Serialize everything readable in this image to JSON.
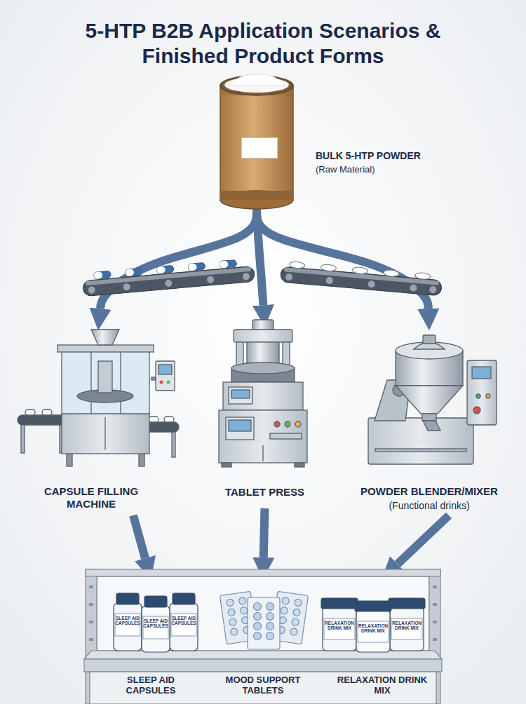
{
  "diagram": {
    "title": "5-HTP B2B Application Scenarios & Finished Product Forms",
    "nodes": [
      {
        "text": [
          "BULK 5-HTP POWDER",
          "(Raw Material)"
        ]
      },
      {
        "text": [
          "CAPSULE FILLING MACHINE"
        ]
      },
      {
        "text": [
          "TABLET PRESS"
        ]
      },
      {
        "text": [
          "POWDER BLENDER/MIXER",
          "(Functional drinks)"
        ]
      },
      {
        "text": [
          "SLEEP AID CAPSULES"
        ]
      },
      {
        "text": [
          "MOOD SUPPORT TABLETS"
        ]
      },
      {
        "text": [
          "RELAXATION DRINK MIX"
        ]
      }
    ],
    "edges": [
      {
        "from": 0,
        "to": 1,
        "arrow": "to"
      },
      {
        "from": 0,
        "to": 2,
        "arrow": "to"
      },
      {
        "from": 0,
        "to": 3,
        "arrow": "to"
      },
      {
        "from": 1,
        "to": 4,
        "arrow": "to"
      },
      {
        "from": 2,
        "to": 5,
        "arrow": "to"
      },
      {
        "from": 3,
        "to": 6,
        "arrow": "to"
      }
    ],
    "labels": [
      "SLEEP AID CAPSULES",
      "SLEEP AID CAPSULES",
      "SLEEP AID CAPSULES",
      "RELAXATION DRINK MIX",
      "RELAXATION DRINK MIX",
      "RELAXATION DRINK MIX"
    ]
  }
}
